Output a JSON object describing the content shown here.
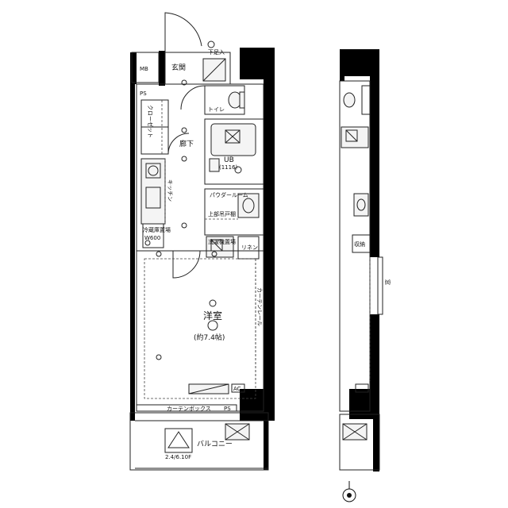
{
  "plan": {
    "labels": {
      "mb": "MB",
      "entrance": "玄関",
      "shoe_box": "下足入",
      "ps_top": "PS",
      "toilet": "トイレ",
      "closet": "クローゼット",
      "corridor": "廊下",
      "ub": "UB",
      "ub_size": "(1116)",
      "kitchen": "キッチン",
      "powder_room": "パウダールーム",
      "upper_shelf": "上部吊戸棚",
      "fridge": "冷蔵庫置場",
      "fridge_size": "W600",
      "washer": "洗濯機置場",
      "linen": "リネン",
      "western_room": "洋室",
      "western_size": "(約7.4帖)",
      "curtain_rail": "カーテンレール",
      "curtain_box": "カーテンボックス",
      "ps_bottom": "PS",
      "ac": "AC",
      "balcony": "バルコニー",
      "balcony_tag": "2.4/6.10F",
      "storage_right": "収納",
      "right_mark": "窓"
    }
  }
}
